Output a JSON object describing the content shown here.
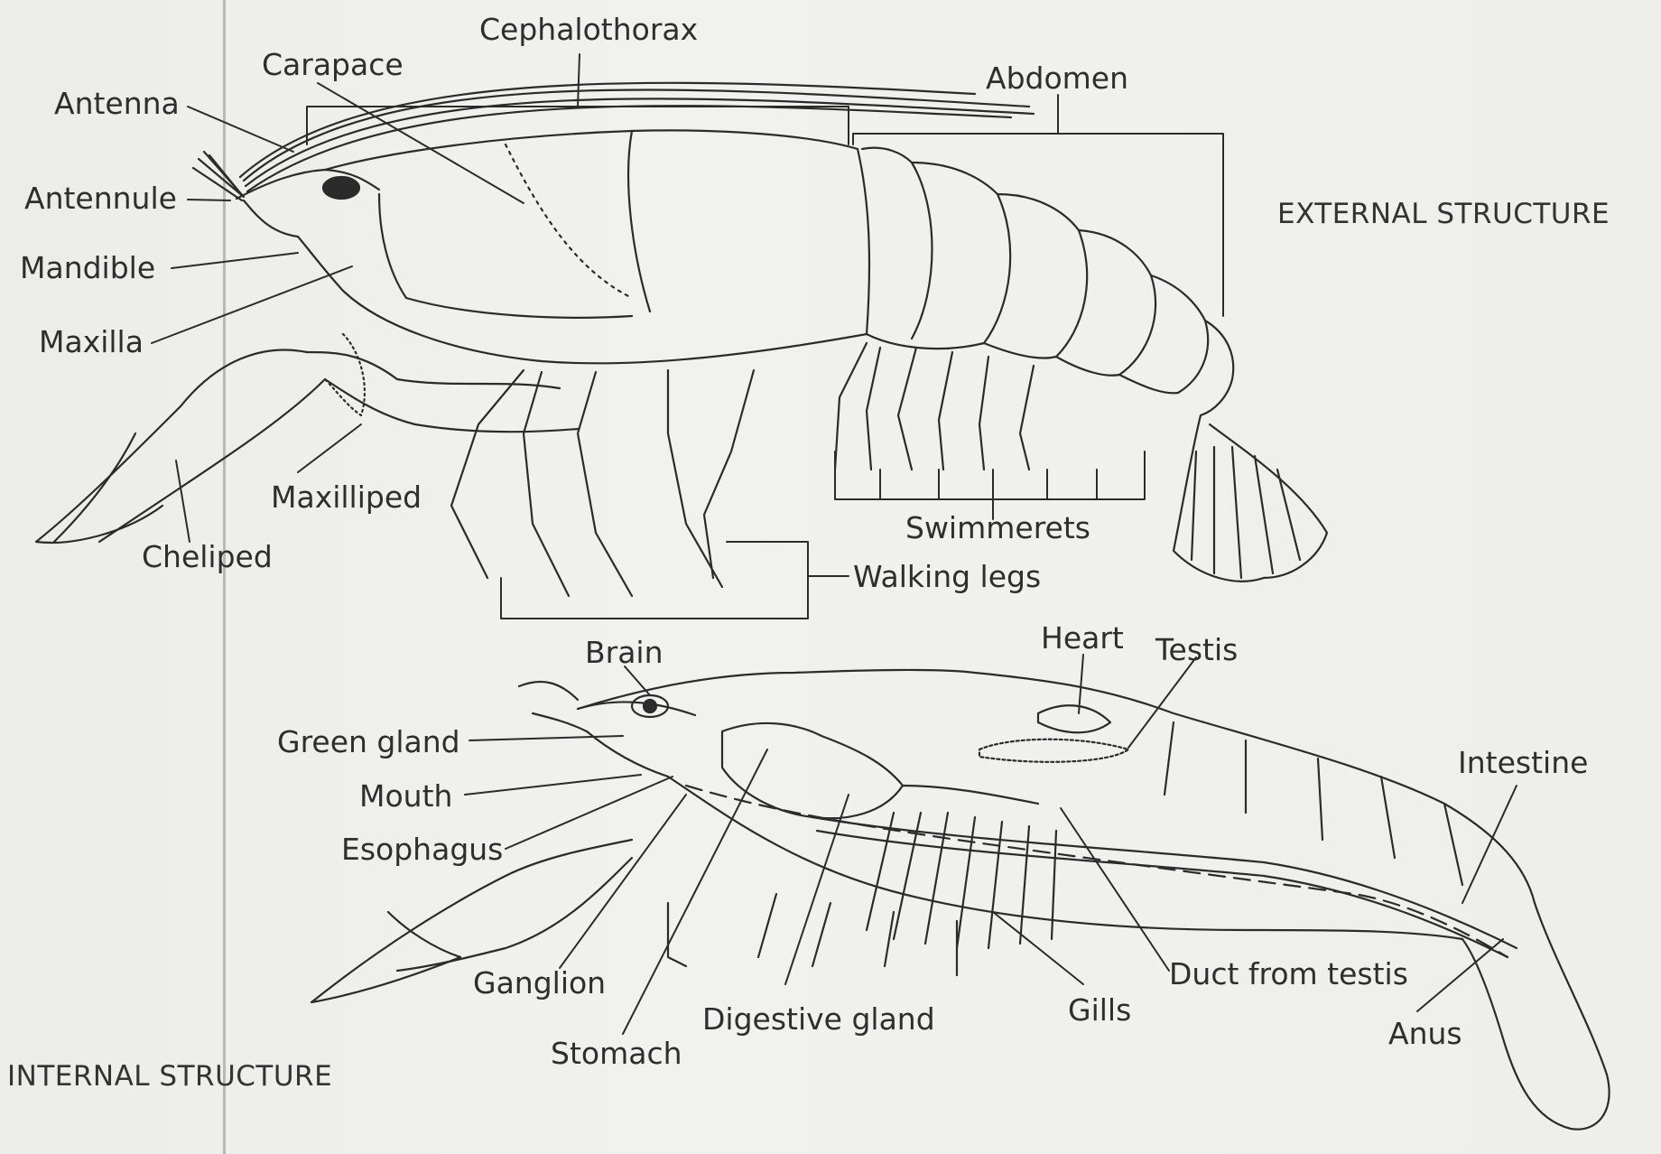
{
  "section_titles": {
    "external": "EXTERNAL STRUCTURE",
    "internal": "INTERNAL STRUCTURE"
  },
  "external_labels": {
    "cephalothorax": "Cephalothorax",
    "carapace": "Carapace",
    "antenna": "Antenna",
    "abdomen": "Abdomen",
    "antennule": "Antennule",
    "mandible": "Mandible",
    "maxilla": "Maxilla",
    "maxilliped": "Maxilliped",
    "cheliped": "Cheliped",
    "swimmerets": "Swimmerets",
    "walking_legs": "Walking legs"
  },
  "internal_labels": {
    "brain": "Brain",
    "heart": "Heart",
    "testis": "Testis",
    "green_gland": "Green gland",
    "mouth": "Mouth",
    "esophagus": "Esophagus",
    "intestine": "Intestine",
    "ganglion": "Ganglion",
    "stomach": "Stomach",
    "digestive_gland": "Digestive gland",
    "gills": "Gills",
    "duct_from_testis": "Duct from testis",
    "anus": "Anus"
  }
}
